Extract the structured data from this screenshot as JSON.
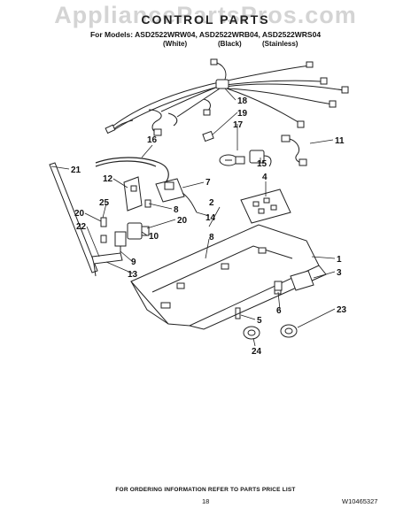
{
  "watermark": "AppliancePartsPros.com",
  "header": {
    "title": "CONTROL PARTS",
    "models": "For Models: ASD2522WRW04, ASD2522WRB04, ASD2522WRS04",
    "variants": [
      "(White)",
      "(Black)",
      "(Stainless)"
    ]
  },
  "callouts": [
    "1",
    "2",
    "3",
    "4",
    "5",
    "6",
    "7",
    "8",
    "8",
    "9",
    "10",
    "11",
    "12",
    "13",
    "14",
    "15",
    "16",
    "17",
    "18",
    "19",
    "20",
    "20",
    "21",
    "22",
    "23",
    "24",
    "25"
  ],
  "footer": {
    "note": "FOR ORDERING INFORMATION REFER TO PARTS PRICE LIST",
    "page": "18",
    "part_number": "W10465327"
  }
}
